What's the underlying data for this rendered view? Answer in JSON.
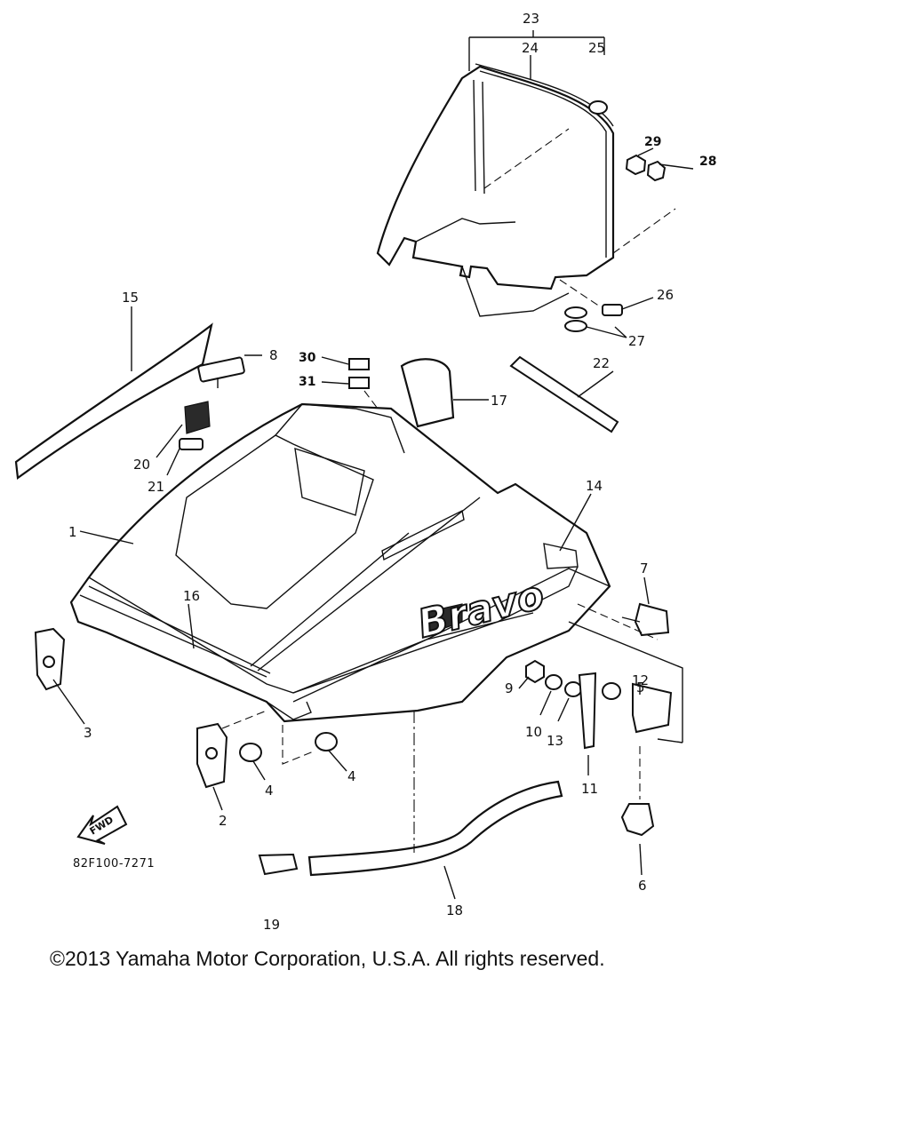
{
  "diagram": {
    "code": "82F100-7271",
    "find_label": "FWD",
    "decal_text": "Bravo",
    "callouts": [
      "1",
      "2",
      "3",
      "4",
      "4",
      "5",
      "6",
      "7",
      "8",
      "9",
      "10",
      "11",
      "12",
      "13",
      "14",
      "15",
      "16",
      "17",
      "18",
      "19",
      "20",
      "21",
      "22",
      "23",
      "24",
      "25",
      "26",
      "27",
      "28",
      "29",
      "30",
      "31"
    ]
  },
  "footer": {
    "copyright": "©2013 Yamaha Motor Corporation, U.S.A. All rights reserved."
  }
}
